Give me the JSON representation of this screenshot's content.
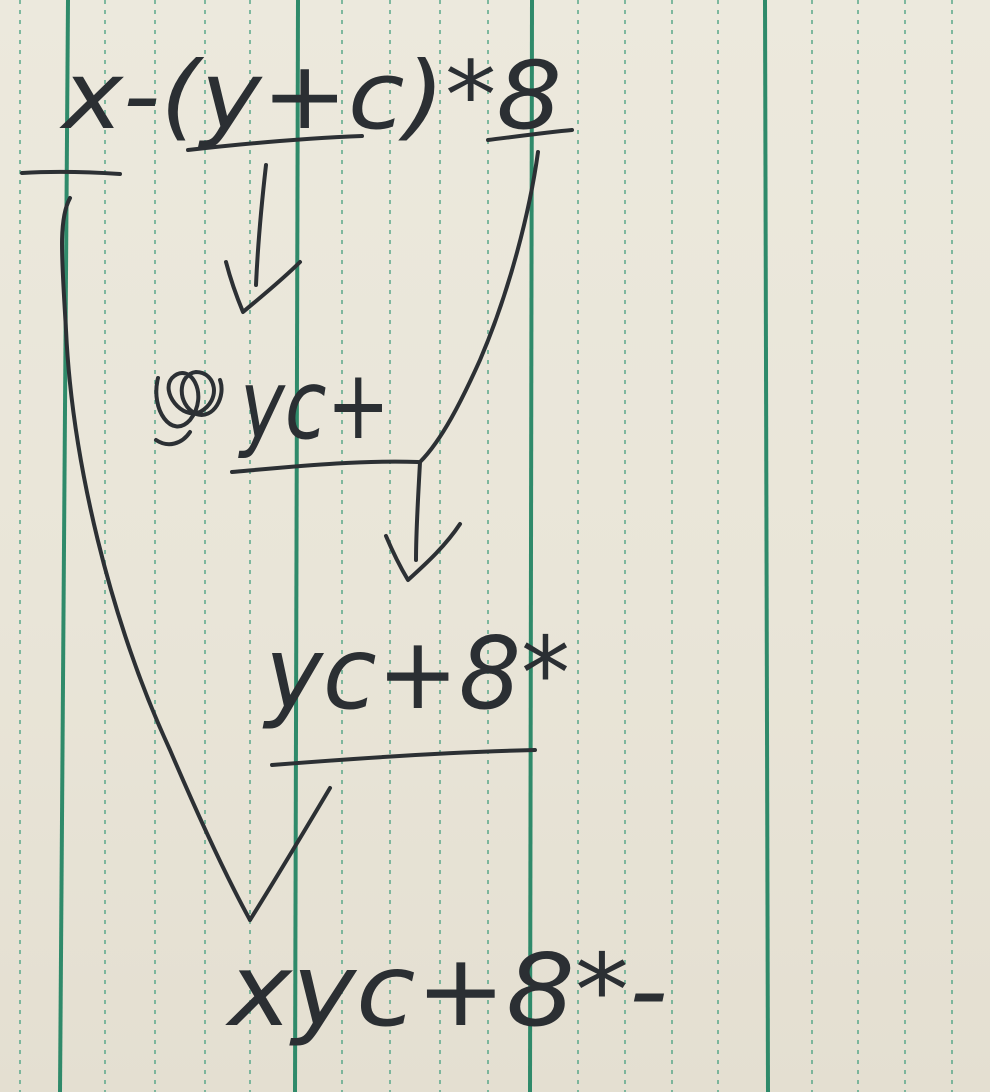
{
  "colors": {
    "paper": "#ebe7db",
    "ink": "#2c3034",
    "green_rule": "#2f8a6a",
    "dotted_rule": "#5aa88a"
  },
  "notes": {
    "line1": "x-(y+c)*8",
    "line2": "yc+",
    "line3": "yc+8*",
    "line4": "xyc+8*-"
  }
}
